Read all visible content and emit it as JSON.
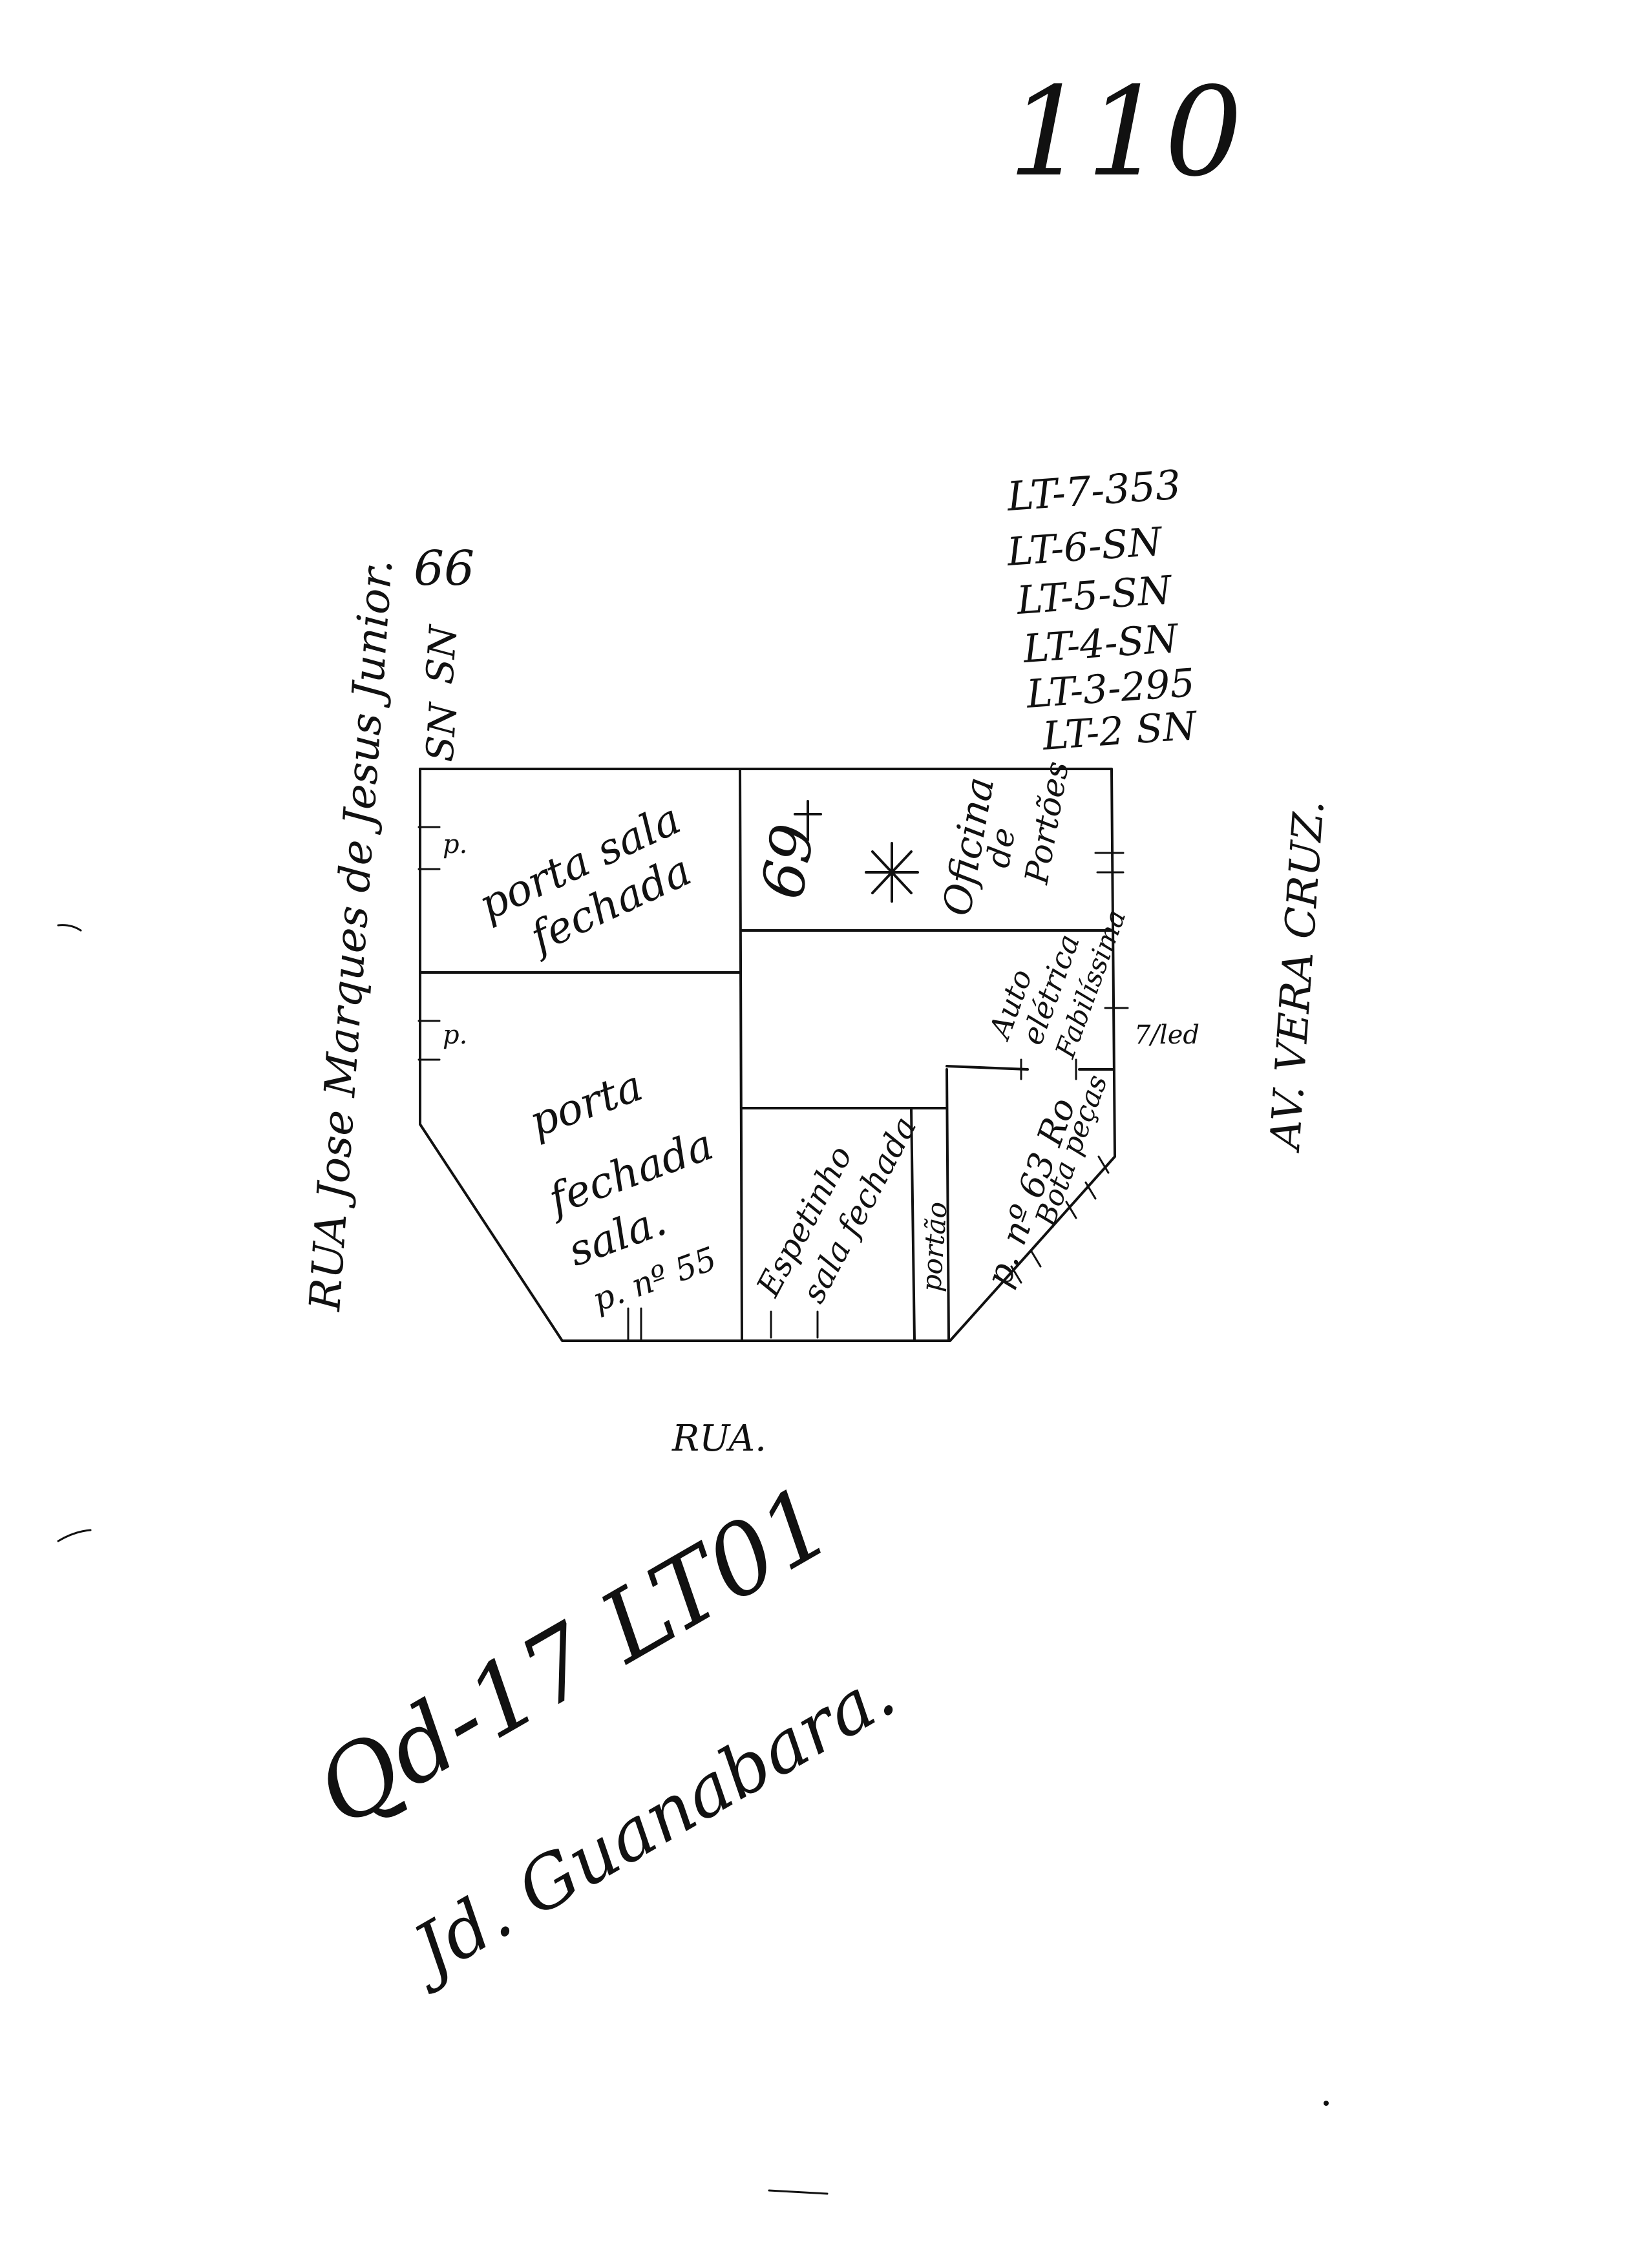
{
  "page_number": "110",
  "lots": [
    "LT-7-353",
    "LT-6-SN",
    "LT-5-SN",
    "LT-4-SN",
    "LT-3-295",
    "LT-2 SN"
  ],
  "streets": {
    "left": "RUA Jose Marques de Jesus Junior.",
    "right": "AV. VERA CRUZ.",
    "bottom": "RUA."
  },
  "top_corner_labels": {
    "sn_a": "SN",
    "sn_b": "SN",
    "number": "66"
  },
  "rooms": {
    "top_left": [
      "porta sala",
      "fechada"
    ],
    "left_middle": [
      "porta",
      "fechada",
      "sala."
    ],
    "left_middle_number": "p. nº 55",
    "bottom_mid": [
      "Espetinho",
      "sala fechada"
    ],
    "portao": "portão",
    "right_bottom": [
      "p. nº 63 Ro",
      "Bota peças"
    ],
    "right_middle": [
      "Auto",
      "elétrica",
      "Fabilíssima"
    ],
    "top_right": [
      "Oficina",
      "de",
      "Portões"
    ],
    "top_right_number": "69",
    "side_note": "7/led"
  },
  "door_markers": {
    "p": "p.",
    "pp": "p."
  },
  "bottom_notes": {
    "block": "Qd-17 LT01",
    "district": "Jd. Guanabara."
  }
}
